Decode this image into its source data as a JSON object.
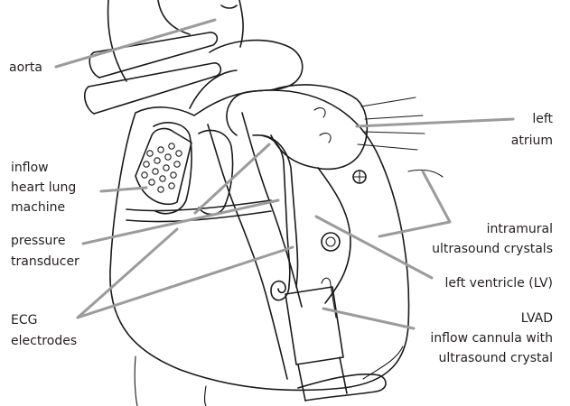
{
  "labels": {
    "aorta": "aorta",
    "left_atrium_line1": "left",
    "left_atrium_line2": "atrium",
    "inflow_line1": "inflow",
    "inflow_line2": "heart lung",
    "inflow_line3": "machine",
    "pressure_line1": "pressure",
    "pressure_line2": "transducer",
    "intramural_line1": "intramural",
    "intramural_line2": "ultrasound crystals",
    "left_ventricle": "left ventricle (LV)",
    "ecg_line1": "ECG",
    "ecg_line2": "electrodes",
    "lvad_line1": "LVAD",
    "lvad_line2": "inflow cannula with",
    "lvad_line3": "ultrasound crystal"
  },
  "colors": {
    "ink": "#1a1a1a",
    "leader": "#9b9b9b",
    "text": "#231f20"
  }
}
